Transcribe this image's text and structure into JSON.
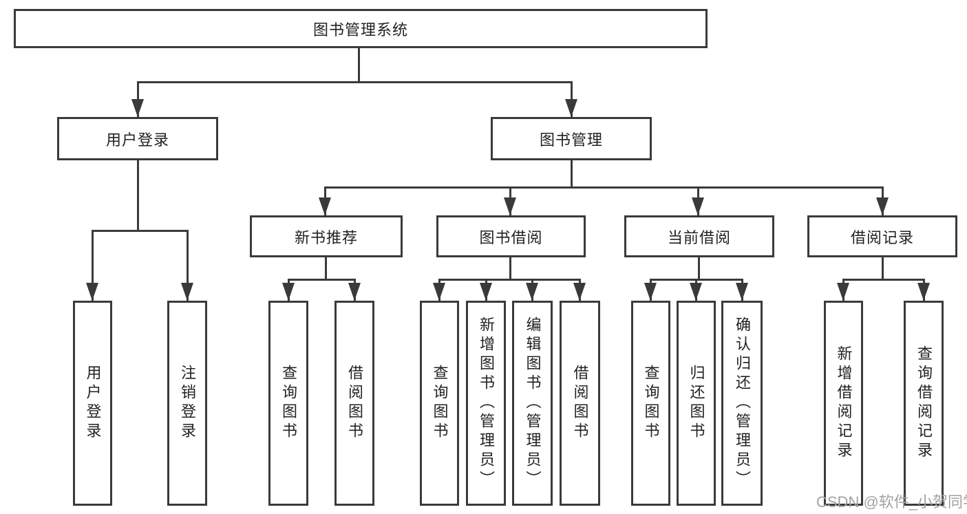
{
  "tree": {
    "root": {
      "label": "图书管理系统"
    },
    "branches": [
      {
        "label": "用户登录",
        "children": [
          {
            "label": "用户登录"
          },
          {
            "label": "注销登录"
          }
        ]
      },
      {
        "label": "图书管理",
        "children": [
          {
            "label": "新书推荐",
            "children": [
              {
                "label": "查询图书"
              },
              {
                "label": "借阅图书"
              }
            ]
          },
          {
            "label": "图书借阅",
            "children": [
              {
                "label": "查询图书"
              },
              {
                "label": "新增图书（管理员）"
              },
              {
                "label": "编辑图书（管理员）"
              },
              {
                "label": "借阅图书"
              }
            ]
          },
          {
            "label": "当前借阅",
            "children": [
              {
                "label": "查询图书"
              },
              {
                "label": "归还图书"
              },
              {
                "label": "确认归还（管理员）"
              }
            ]
          },
          {
            "label": "借阅记录",
            "children": [
              {
                "label": "新增借阅记录"
              },
              {
                "label": "查询借阅记录"
              }
            ]
          }
        ]
      }
    ]
  },
  "watermark": {
    "text": "CSDN @软件_小贺同学"
  },
  "colors": {
    "line": "#3a3a3a",
    "text": "#222222",
    "watermark": "#a2a2a2",
    "background": "#ffffff"
  }
}
